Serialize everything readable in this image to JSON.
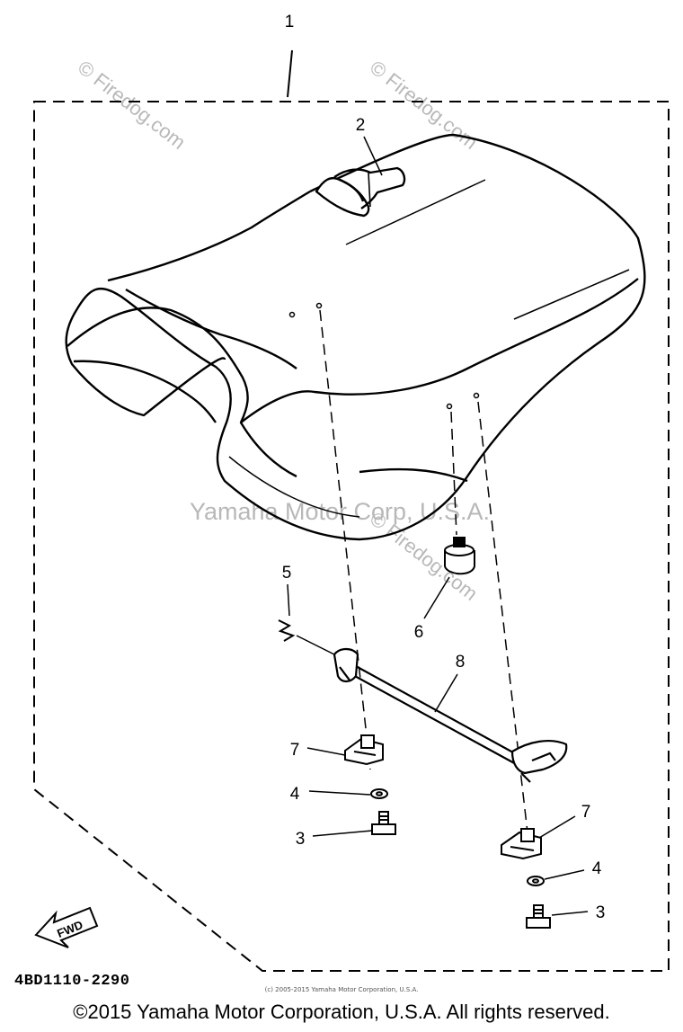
{
  "diagram": {
    "callouts": {
      "c1": "1",
      "c2": "2",
      "c3a": "3",
      "c3b": "3",
      "c4a": "4",
      "c4b": "4",
      "c5": "5",
      "c6": "6",
      "c7a": "7",
      "c7b": "7",
      "c8": "8"
    },
    "fwd_label": "FWD",
    "part_code": "4BD1110-2290"
  },
  "watermarks": {
    "center": "Yamaha Motor Corp, U.S.A.",
    "firedog": "© Firedog.com"
  },
  "footer": {
    "small_text": "(c) 2005-2015 Yamaha Motor Corporation, U.S.A.",
    "copyright": "©2015 Yamaha Motor Corporation, U.S.A. All rights reserved."
  }
}
